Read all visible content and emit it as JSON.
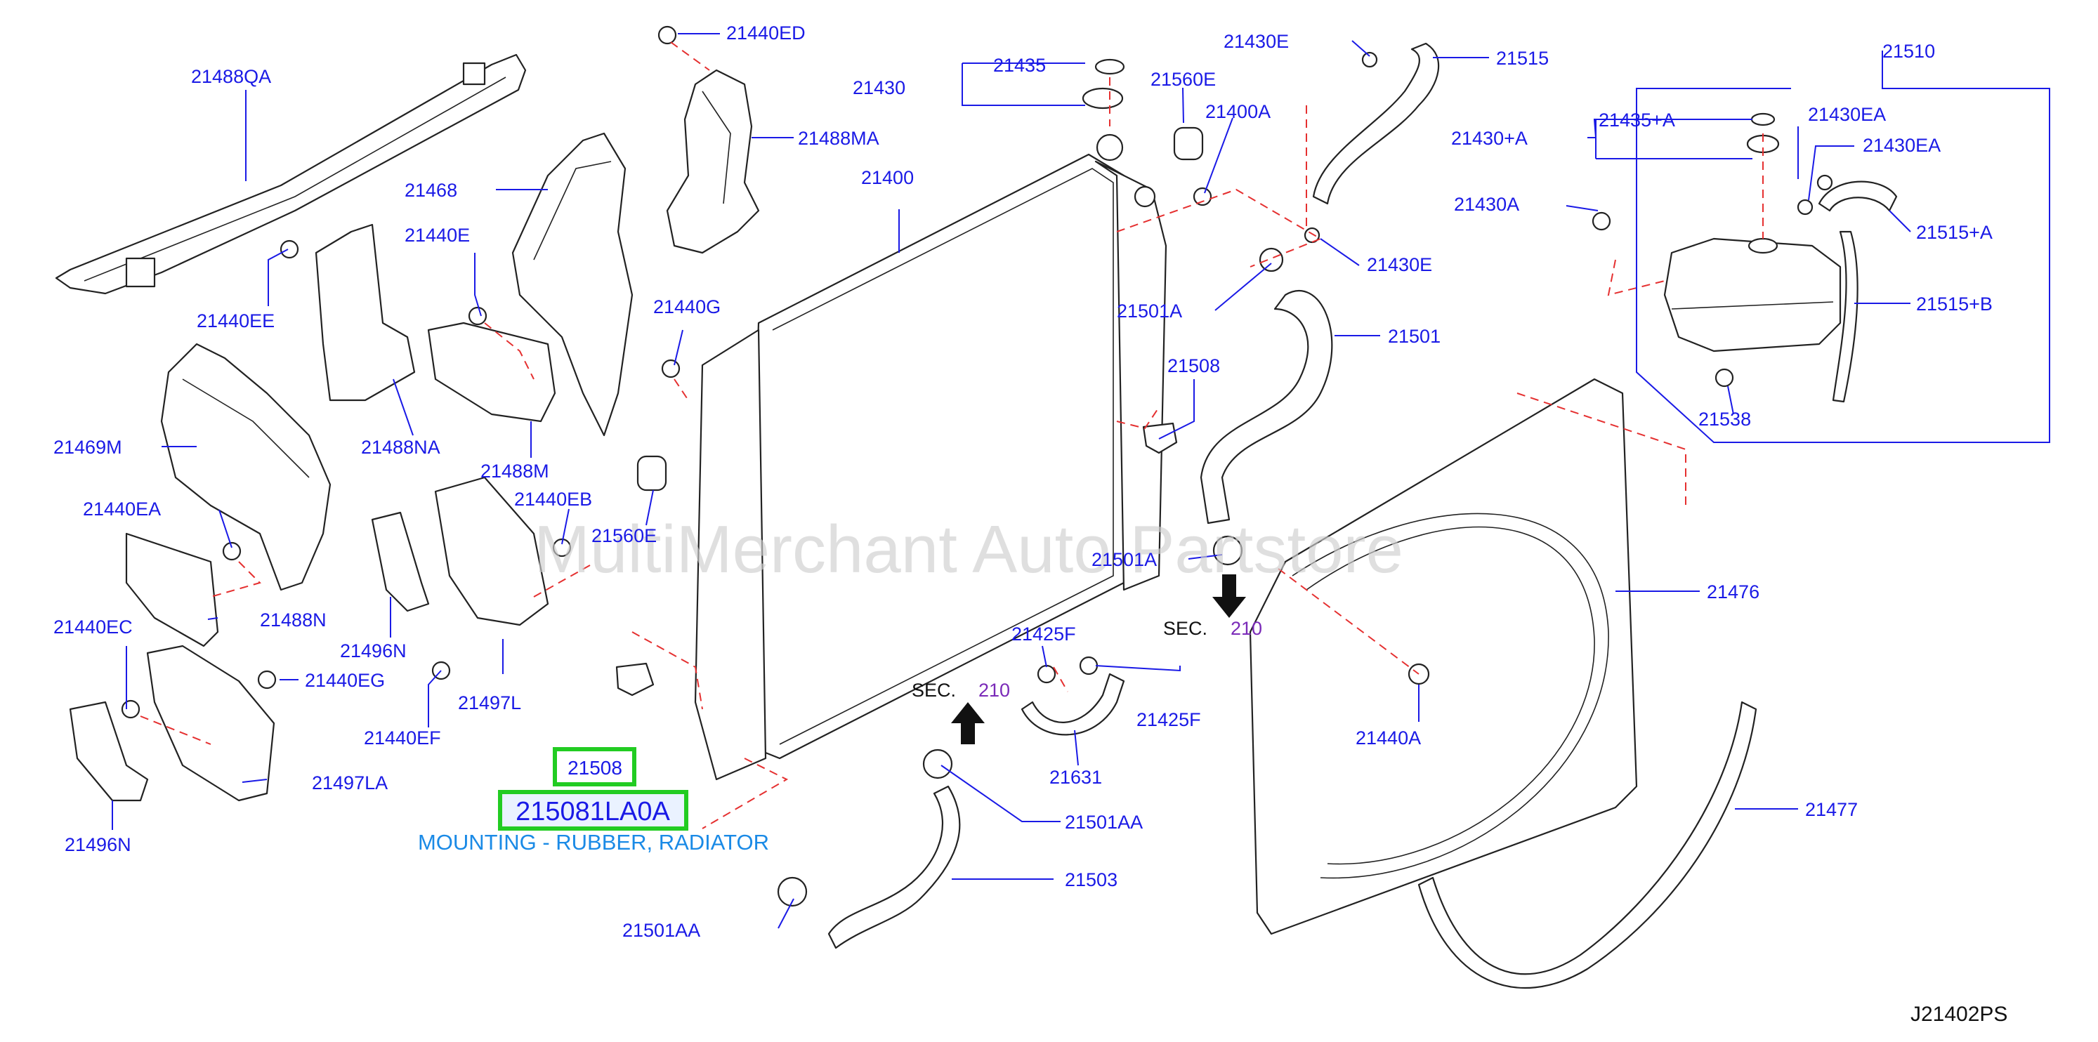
{
  "diagram": {
    "code": "J21402PS",
    "watermark": "MultiMerchant Auto Partstore",
    "highlight": {
      "part": "21508",
      "number": "215081LA0A",
      "description": "MOUNTING - RUBBER, RADIATOR",
      "color": "#22cc22"
    },
    "sections": [
      {
        "prefix": "SEC.",
        "number": "210"
      },
      {
        "prefix": "SEC.",
        "number": "210"
      }
    ],
    "labels": {
      "l21488QA": "21488QA",
      "l21440EE": "21440EE",
      "l21469M": "21469M",
      "l21440EA": "21440EA",
      "l21488N": "21488N",
      "l21440EC": "21440EC",
      "l21496N_a": "21496N",
      "l21496N_b": "21496N",
      "l21440EG": "21440EG",
      "l21497LA": "21497LA",
      "l21497L": "21497L",
      "l21440EF": "21440EF",
      "l21440EB": "21440EB",
      "l21488NA": "21488NA",
      "l21440E": "21440E",
      "l21488M": "21488M",
      "l21468": "21468",
      "l21440ED": "21440ED",
      "l21488MA": "21488MA",
      "l21440G": "21440G",
      "l21560E_a": "21560E",
      "l21430": "21430",
      "l21435": "21435",
      "l21560E_b": "21560E",
      "l21400A": "21400A",
      "l21400": "21400",
      "l21430E_a": "21430E",
      "l21515": "21515",
      "l21430E_b": "21430E",
      "l21501A_a": "21501A",
      "l21501": "21501",
      "l21508_r": "21508",
      "l21501A_b": "21501A",
      "l21425F_a": "21425F",
      "l21425F_b": "21425F",
      "l21631": "21631",
      "l21501AA_a": "21501AA",
      "l21503": "21503",
      "l21501AA_b": "21501AA",
      "l21476": "21476",
      "l21440A": "21440A",
      "l21477": "21477",
      "l21510": "21510",
      "l21430A_plus": "21430+A",
      "l21435A_plus": "21435+A",
      "l21430EA_a": "21430EA",
      "l21430EA_b": "21430EA",
      "l21430A": "21430A",
      "l21515A_plus": "21515+A",
      "l21515B_plus": "21515+B",
      "l21538": "21538"
    }
  }
}
